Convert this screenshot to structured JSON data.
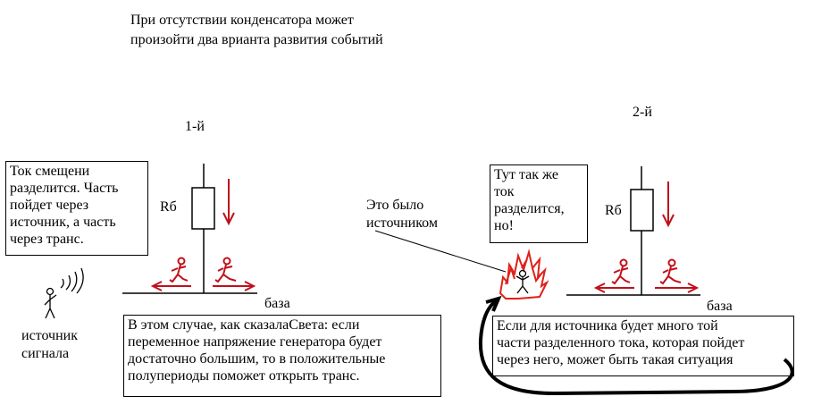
{
  "title": "При отсутствии конденсатора может\nпроизойти два врианта развития событий",
  "variants": [
    {
      "label": "1-й",
      "resistor_label": "Rб",
      "base_label": "база",
      "note": "Ток смещени\nразделится. Часть\nпойдет через\nисточник, а часть\nчерез транс."
    },
    {
      "label": "2-й",
      "resistor_label": "Rб",
      "base_label": "база",
      "note": "Тут так же\nток\nразделится,\nно!"
    }
  ],
  "source_label": "источник\nсигнала",
  "was_source_label": "Это было\nисточником",
  "explanation_1": "В этом случае, как сказалаСвета: если\nпеременное напряжение генератора будет\nдостаточно большим, то в положительные\nполупериоды поможет открыть транс.",
  "explanation_2": "Если для источника будет много той\nчасти разделенного тока, которая пойдет\nчерез него, может быть такая ситуация",
  "colors": {
    "arrow": "#c0101a",
    "fire": "#e0201a",
    "line": "#000000"
  },
  "icons": [
    "running-man-icon",
    "stick-man-icon",
    "signal-waves-icon",
    "burning-man-icon"
  ]
}
